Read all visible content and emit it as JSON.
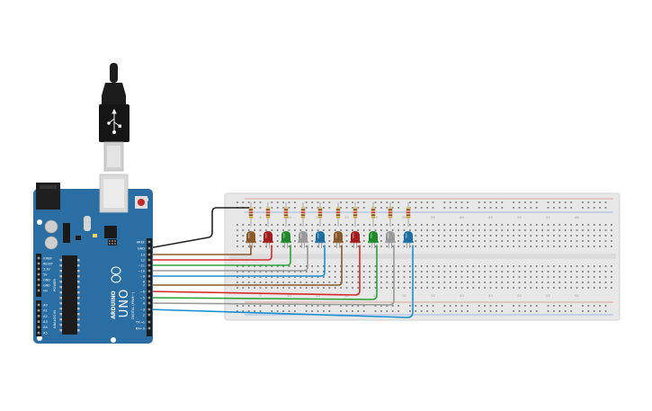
{
  "board": {
    "brand": "ARDUINO",
    "model": "UNO",
    "header_power": "POWER",
    "header_analog": "ANALOG IN",
    "header_digital": "DIGITAL (PWM~)",
    "power_pins": [
      "IOREF",
      "RESET",
      "3.3V",
      "5V",
      "GND",
      "GND",
      "Vin"
    ],
    "analog_pins": [
      "A0",
      "A1",
      "A2",
      "A3",
      "A4",
      "A5"
    ],
    "digital_pins": [
      "AREF",
      "GND",
      "13",
      "12",
      "~11",
      "~10",
      "~9",
      "8",
      "7",
      "~6",
      "~5",
      "4",
      "~3",
      "2",
      "TX→1",
      "RX←0"
    ]
  },
  "breadboard": {
    "column_numbers": [
      "5",
      "10",
      "15",
      "20",
      "25",
      "30",
      "35",
      "40",
      "45",
      "50",
      "55",
      "60"
    ]
  },
  "leds": [
    {
      "name": "led-1",
      "color": "#8a5a2b",
      "pin": "13"
    },
    {
      "name": "led-2",
      "color": "#a11d1d",
      "pin": "12"
    },
    {
      "name": "led-3",
      "color": "#1e8a2a",
      "pin": "~11"
    },
    {
      "name": "led-4",
      "color": "#9a9a9a",
      "pin": "~10"
    },
    {
      "name": "led-5",
      "color": "#1f6fa3",
      "pin": "~9"
    },
    {
      "name": "led-6",
      "color": "#8a5a2b",
      "pin": "8"
    },
    {
      "name": "led-7",
      "color": "#a11d1d",
      "pin": "7"
    },
    {
      "name": "led-8",
      "color": "#1e8a2a",
      "pin": "~6"
    },
    {
      "name": "led-9",
      "color": "#9a9a9a",
      "pin": "~5"
    },
    {
      "name": "led-10",
      "color": "#1f6fa3",
      "pin": "4"
    }
  ],
  "wires": [
    {
      "name": "wire-gnd",
      "color": "#222222"
    },
    {
      "name": "wire-13",
      "color": "#8a5a2b"
    },
    {
      "name": "wire-12",
      "color": "#d62a2a"
    },
    {
      "name": "wire-11",
      "color": "#2ea33a"
    },
    {
      "name": "wire-10",
      "color": "#999999"
    },
    {
      "name": "wire-9",
      "color": "#1b8fd0"
    },
    {
      "name": "wire-8",
      "color": "#8a5a2b"
    },
    {
      "name": "wire-7",
      "color": "#d62a2a"
    },
    {
      "name": "wire-6",
      "color": "#2ea33a"
    },
    {
      "name": "wire-5",
      "color": "#999999"
    },
    {
      "name": "wire-4",
      "color": "#1b8fd0"
    }
  ],
  "colors": {
    "board": "#2a6ea3",
    "breadboard": "#eaeaea",
    "rail_red": "#d94b4b",
    "rail_blue": "#4b7bd9",
    "usb": "#1c1c1c"
  }
}
